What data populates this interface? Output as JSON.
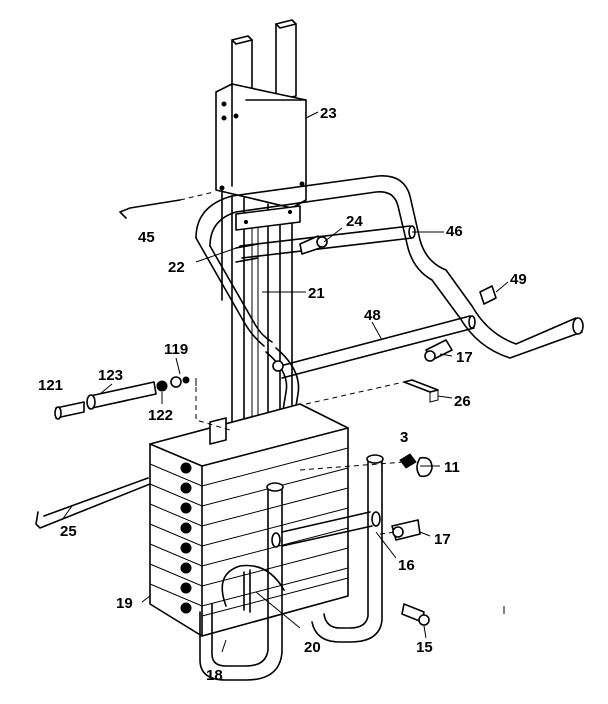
{
  "callouts": [
    {
      "id": "c23",
      "label": "23"
    },
    {
      "id": "c45",
      "label": "45"
    },
    {
      "id": "c24",
      "label": "24"
    },
    {
      "id": "c46",
      "label": "46"
    },
    {
      "id": "c22",
      "label": "22"
    },
    {
      "id": "c21",
      "label": "21"
    },
    {
      "id": "c49",
      "label": "49"
    },
    {
      "id": "c48",
      "label": "48"
    },
    {
      "id": "c119",
      "label": "119"
    },
    {
      "id": "c17a",
      "label": "17"
    },
    {
      "id": "c121",
      "label": "121"
    },
    {
      "id": "c123",
      "label": "123"
    },
    {
      "id": "c122",
      "label": "122"
    },
    {
      "id": "c26",
      "label": "26"
    },
    {
      "id": "c3",
      "label": "3"
    },
    {
      "id": "c11",
      "label": "11"
    },
    {
      "id": "c25",
      "label": "25"
    },
    {
      "id": "c17b",
      "label": "17"
    },
    {
      "id": "c16",
      "label": "16"
    },
    {
      "id": "c19",
      "label": "19"
    },
    {
      "id": "c20",
      "label": "20"
    },
    {
      "id": "c15",
      "label": "15"
    },
    {
      "id": "c18",
      "label": "18"
    }
  ]
}
